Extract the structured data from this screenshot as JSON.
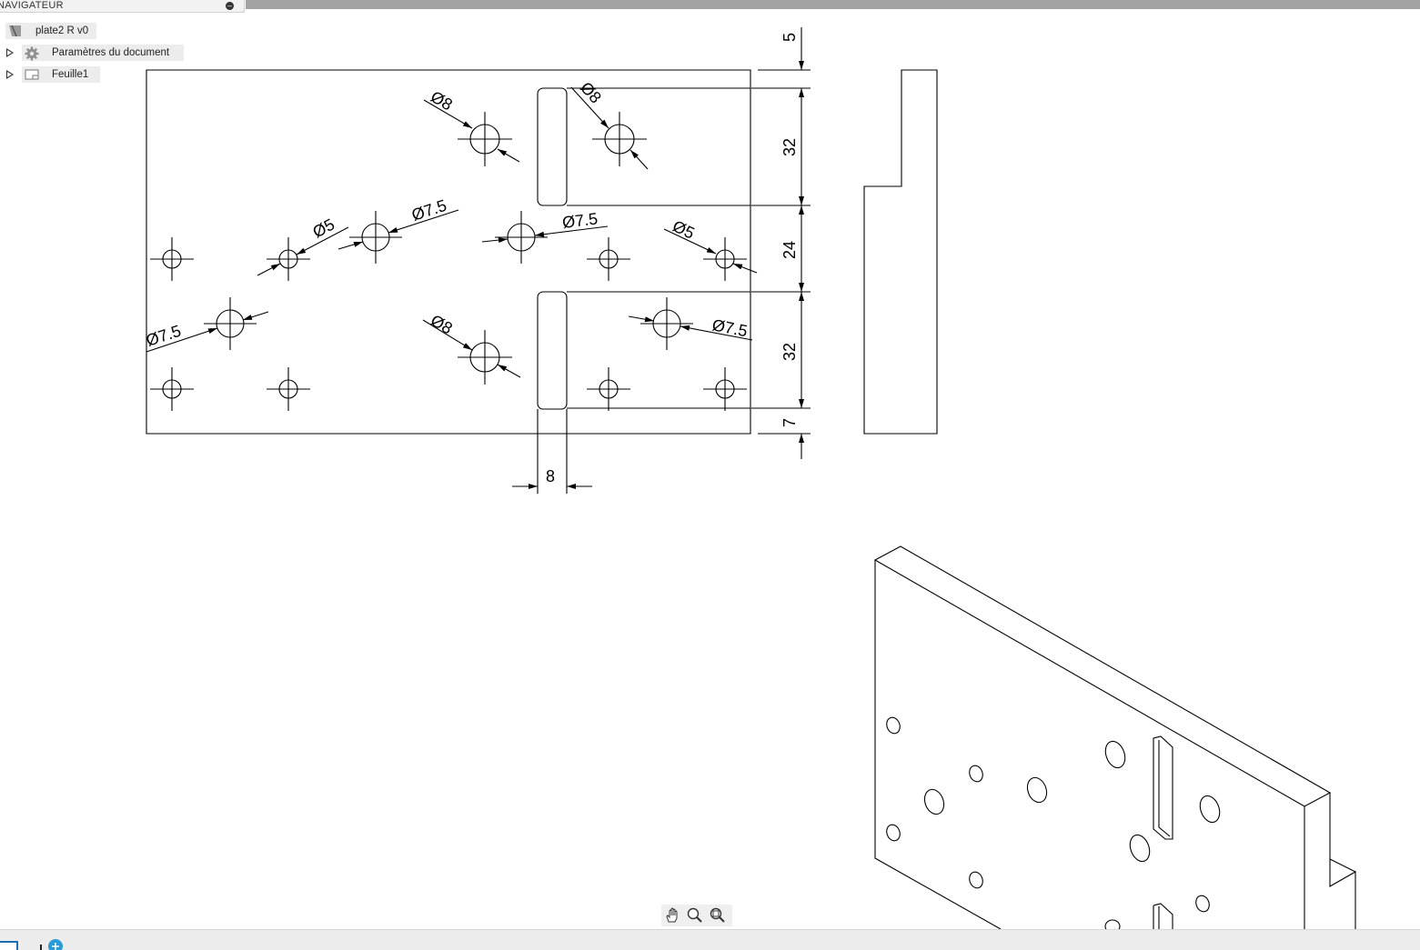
{
  "navigator": {
    "title": "NAVIGATEUR",
    "collapse_icon": "minus-circle-icon",
    "items": [
      {
        "label": "plate2 R v0",
        "icon": "drawing-document-icon"
      },
      {
        "label": "Paramètres du document",
        "icon": "gear-icon"
      },
      {
        "label": "Feuille1",
        "icon": "sheet-icon"
      }
    ]
  },
  "drawing": {
    "dimensions": {
      "holes": [
        "Ø8",
        "Ø8",
        "Ø5",
        "Ø7.5",
        "Ø7.5",
        "Ø5",
        "Ø7.5",
        "Ø8",
        "Ø7.5"
      ],
      "right_stack": [
        "5",
        "32",
        "24",
        "32",
        "7"
      ],
      "slot_width": "8"
    }
  },
  "view_tools": {
    "pan": "pan-hand-icon",
    "zoom": "zoom-icon",
    "zoom_window": "zoom-window-icon"
  },
  "colors": {
    "line": "#000000",
    "panel": "#f2f2f2",
    "topbar": "#a3a3a3"
  }
}
